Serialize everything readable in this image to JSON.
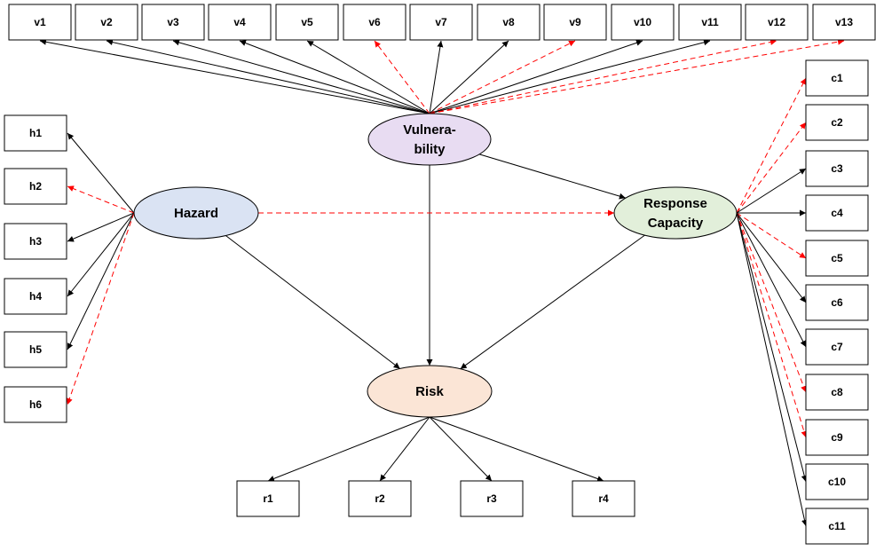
{
  "colors": {
    "solid_edge": "#000000",
    "dashed_edge": "#ff0000",
    "hazard_fill": "#dae3f3",
    "vulnerability_fill": "#e8dcf2",
    "response_fill": "#e2efda",
    "risk_fill": "#fbe5d6",
    "node_stroke": "#000000"
  },
  "nodes": {
    "vulnerability": {
      "lines": [
        "Vulnera-",
        "bility"
      ]
    },
    "hazard": {
      "lines": [
        "Hazard"
      ]
    },
    "response": {
      "lines": [
        "Response",
        "Capacity"
      ]
    },
    "risk": {
      "lines": [
        "Risk"
      ]
    }
  },
  "indicators": {
    "vulnerability": [
      "v1",
      "v2",
      "v3",
      "v4",
      "v5",
      "v6",
      "v7",
      "v8",
      "v9",
      "v10",
      "v11",
      "v12",
      "v13"
    ],
    "hazard": [
      "h1",
      "h2",
      "h3",
      "h4",
      "h5",
      "h6"
    ],
    "response": [
      "c1",
      "c2",
      "c3",
      "c4",
      "c5",
      "c6",
      "c7",
      "c8",
      "c9",
      "c10",
      "c11"
    ],
    "risk": [
      "r1",
      "r2",
      "r3",
      "r4"
    ]
  },
  "dashed_indicators": [
    "v6",
    "v9",
    "v12",
    "v13",
    "h2",
    "h6",
    "c1",
    "c2",
    "c5",
    "c8",
    "c9"
  ],
  "edges": [
    {
      "from": "vulnerability",
      "to": "response",
      "style": "solid"
    },
    {
      "from": "vulnerability",
      "to": "risk",
      "style": "solid"
    },
    {
      "from": "hazard",
      "to": "risk",
      "style": "solid"
    },
    {
      "from": "hazard",
      "to": "response",
      "style": "dashed"
    },
    {
      "from": "response",
      "to": "risk",
      "style": "solid"
    }
  ]
}
